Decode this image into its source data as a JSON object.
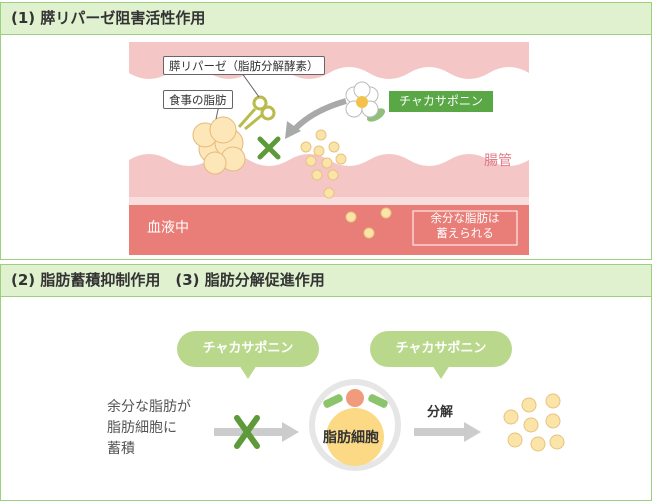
{
  "section1": {
    "title": "(1) 膵リパーゼ阻害活性作用",
    "lipase_label": "膵リパーゼ（脂肪分解酵素）",
    "fat_label": "食事の脂肪",
    "saponin_label": "チャカサポニン",
    "intestine_label": "腸管",
    "blood_label": "血液中",
    "stored_note_line1": "余分な脂肪は",
    "stored_note_line2": "蓄えられる"
  },
  "section2": {
    "title": "(2) 脂肪蓄積抑制作用　(3) 脂肪分解促進作用",
    "bubble_left": "チャカサポニン",
    "bubble_right": "チャカサポニン",
    "desc_line1": "余分な脂肪が",
    "desc_line2": "脂肪細胞に",
    "desc_line3": "蓄積",
    "cell_label": "脂肪細胞",
    "breakdown_label": "分解"
  },
  "colors": {
    "accent_green": "#5aa845",
    "header_bg": "#dff1cf",
    "intestine_pink": "#f3c4c4",
    "blood_red": "#e97d78",
    "fat_yellow": "#fbe3a0"
  }
}
